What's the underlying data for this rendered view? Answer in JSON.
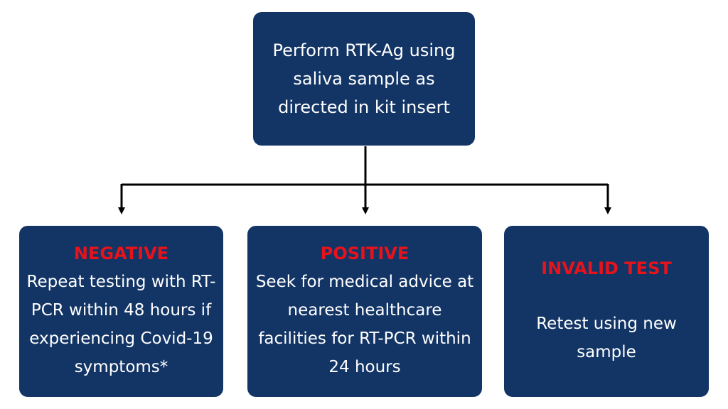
{
  "top": {
    "text": "Perform RTK-Ag using saliva sample as directed in kit insert"
  },
  "outcomes": [
    {
      "heading": "NEGATIVE",
      "text": "Repeat testing with RT-PCR within 48 hours if experiencing Covid-19 symptoms*"
    },
    {
      "heading": "POSITIVE",
      "text": "Seek for medical advice at nearest healthcare facilities for RT-PCR within 24 hours"
    },
    {
      "heading": "INVALID TEST",
      "text": "Retest using new sample"
    }
  ],
  "colors": {
    "box": "#133566",
    "heading": "#e8121b",
    "text": "#ffffff",
    "connector": "#000000"
  }
}
